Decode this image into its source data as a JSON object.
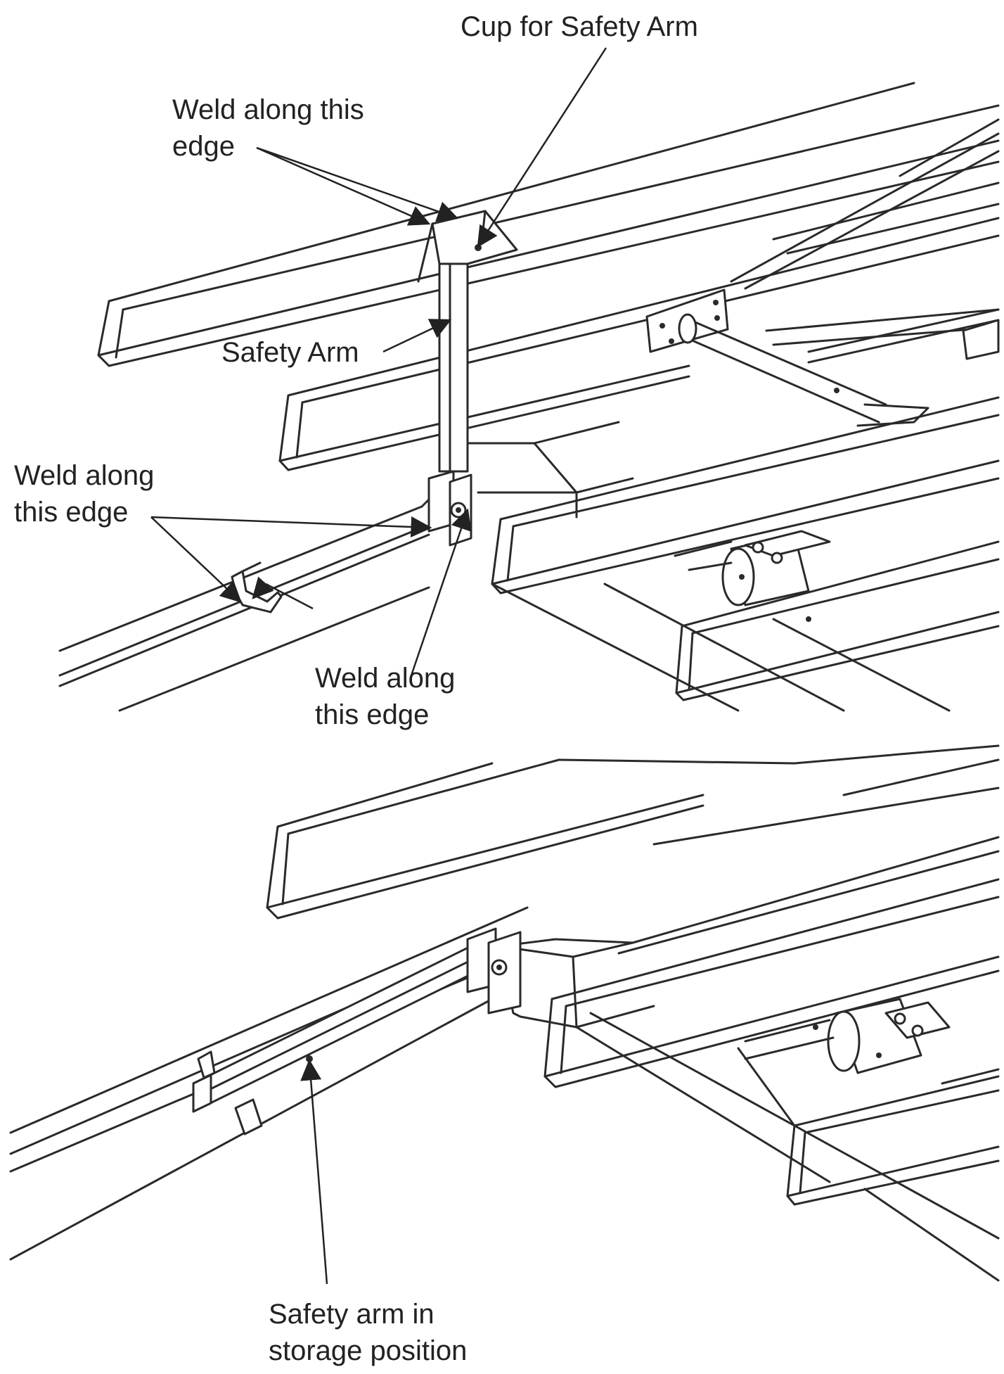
{
  "labels": {
    "cup_for_safety_arm": "Cup for Safety Arm",
    "weld_top_line1": "Weld along this",
    "weld_top_line2": "edge",
    "safety_arm": "Safety Arm",
    "weld_left_line1": "Weld along",
    "weld_left_line2": "this edge",
    "weld_center_line1": "Weld along",
    "weld_center_line2": "this edge",
    "storage_line1": "Safety arm in",
    "storage_line2": "storage position"
  },
  "colors": {
    "line": "#2a2a2a",
    "text": "#222222",
    "background": "#ffffff"
  }
}
